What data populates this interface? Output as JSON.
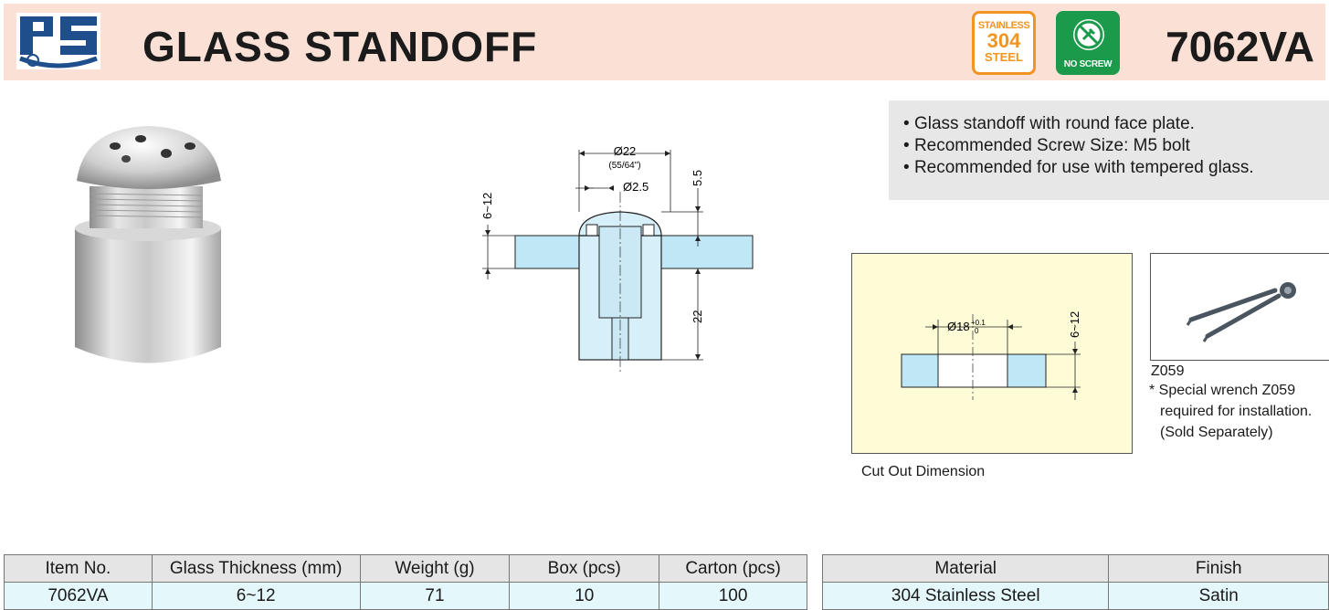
{
  "header": {
    "title": "GLASS STANDOFF",
    "model": "7062VA",
    "badge_stainless": {
      "line1": "STAINLESS",
      "line2": "304",
      "line3": "STEEL"
    },
    "badge_noscrew": {
      "label": "NO SCREW"
    },
    "brand_color": "#1e4e8c",
    "header_bg": "#fbe1d5"
  },
  "features": [
    "Glass standoff with round face plate.",
    "Recommended Screw Size: M5 bolt",
    "Recommended for use with tempered glass."
  ],
  "drawing": {
    "dia_main": "Ø22",
    "dia_main_inch": "(55/64\")",
    "dia_hole": "Ø2.5",
    "head_height": "5.5",
    "glass_range": "6~12",
    "body_height": "22"
  },
  "cutout": {
    "label": "Cut Out Dimension",
    "dia": "Ø18",
    "tol_upper": "+0.1",
    "tol_lower": "0",
    "thickness": "6~12"
  },
  "wrench": {
    "code": "Z059",
    "note_line1": "* Special wrench Z059",
    "note_line2": "required for installation.",
    "note_line3": "(Sold Separately)"
  },
  "spec_table": {
    "headers": [
      "Item No.",
      "Glass Thickness (mm)",
      "Weight (g)",
      "Box (pcs)",
      "Carton (pcs)"
    ],
    "row": [
      "7062VA",
      "6~12",
      "71",
      "10",
      "100"
    ]
  },
  "material_table": {
    "headers": [
      "Material",
      "Finish"
    ],
    "row": [
      "304 Stainless Steel",
      "Satin"
    ]
  }
}
